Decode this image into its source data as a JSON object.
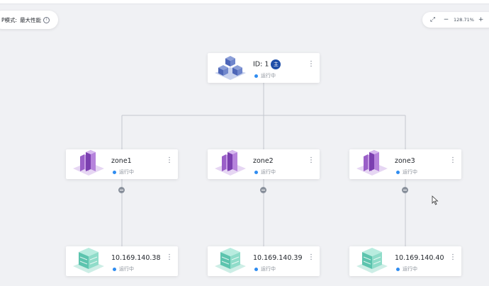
{
  "header": {
    "mode_label": "P模式:",
    "mode_value": "最大性能",
    "zoom": "128.71%"
  },
  "root": {
    "title": "ID: 1",
    "badge": "主",
    "status": "运行中"
  },
  "zones": [
    {
      "title": "zone1",
      "status": "运行中"
    },
    {
      "title": "zone2",
      "status": "运行中"
    },
    {
      "title": "zone3",
      "status": "运行中"
    }
  ],
  "servers": [
    {
      "title": "10.169.140.38",
      "status": "运行中"
    },
    {
      "title": "10.169.140.39",
      "status": "运行中"
    },
    {
      "title": "10.169.140.40",
      "status": "运行中"
    }
  ],
  "colors": {
    "status_dot": "#2f8cf0",
    "badge": "#1f4ea8",
    "line": "#c3c7ce"
  }
}
